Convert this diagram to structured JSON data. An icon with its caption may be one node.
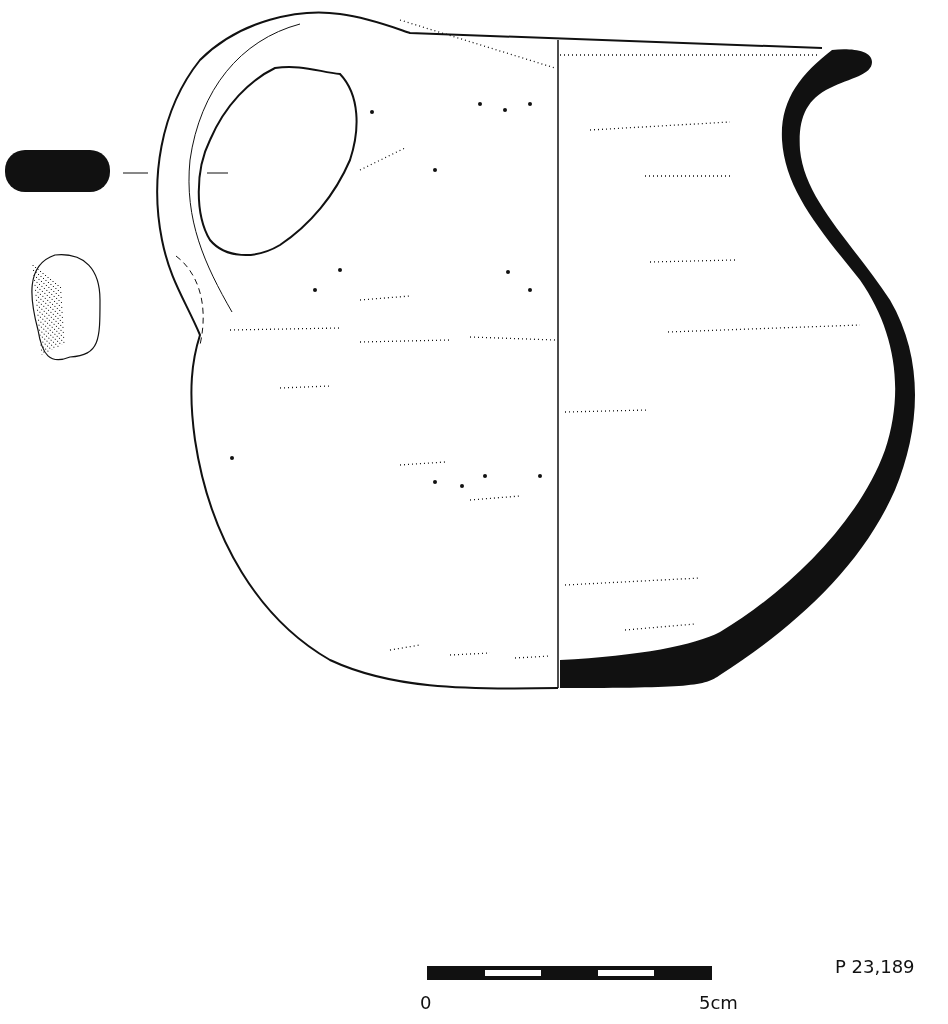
{
  "diagram": {
    "labels": [
      "P 23,189",
      "0",
      "5cm"
    ]
  }
}
